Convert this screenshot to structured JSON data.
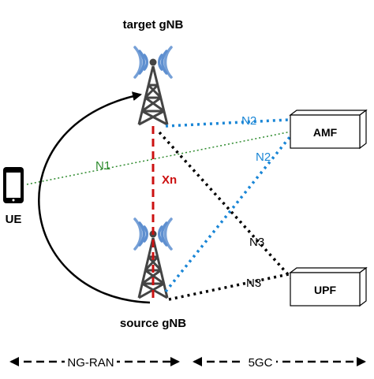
{
  "nodes": {
    "target_gnb": "target gNB",
    "source_gnb": "source gNB",
    "ue": "UE",
    "amf": "AMF",
    "upf": "UPF"
  },
  "interfaces": {
    "n1": "N1",
    "n2_top": "N2",
    "n2_diag": "N2",
    "n3_diag": "N3",
    "n3_bottom": "N3",
    "xn": "Xn"
  },
  "domains": {
    "ran": "NG-RAN",
    "core": "5GC"
  },
  "colors": {
    "xn": "#cc1111",
    "n1": "#2e8b2e",
    "n2": "#1a86d6",
    "n3": "#000000",
    "tower": "#444444",
    "waves": "#5e8fd0"
  }
}
